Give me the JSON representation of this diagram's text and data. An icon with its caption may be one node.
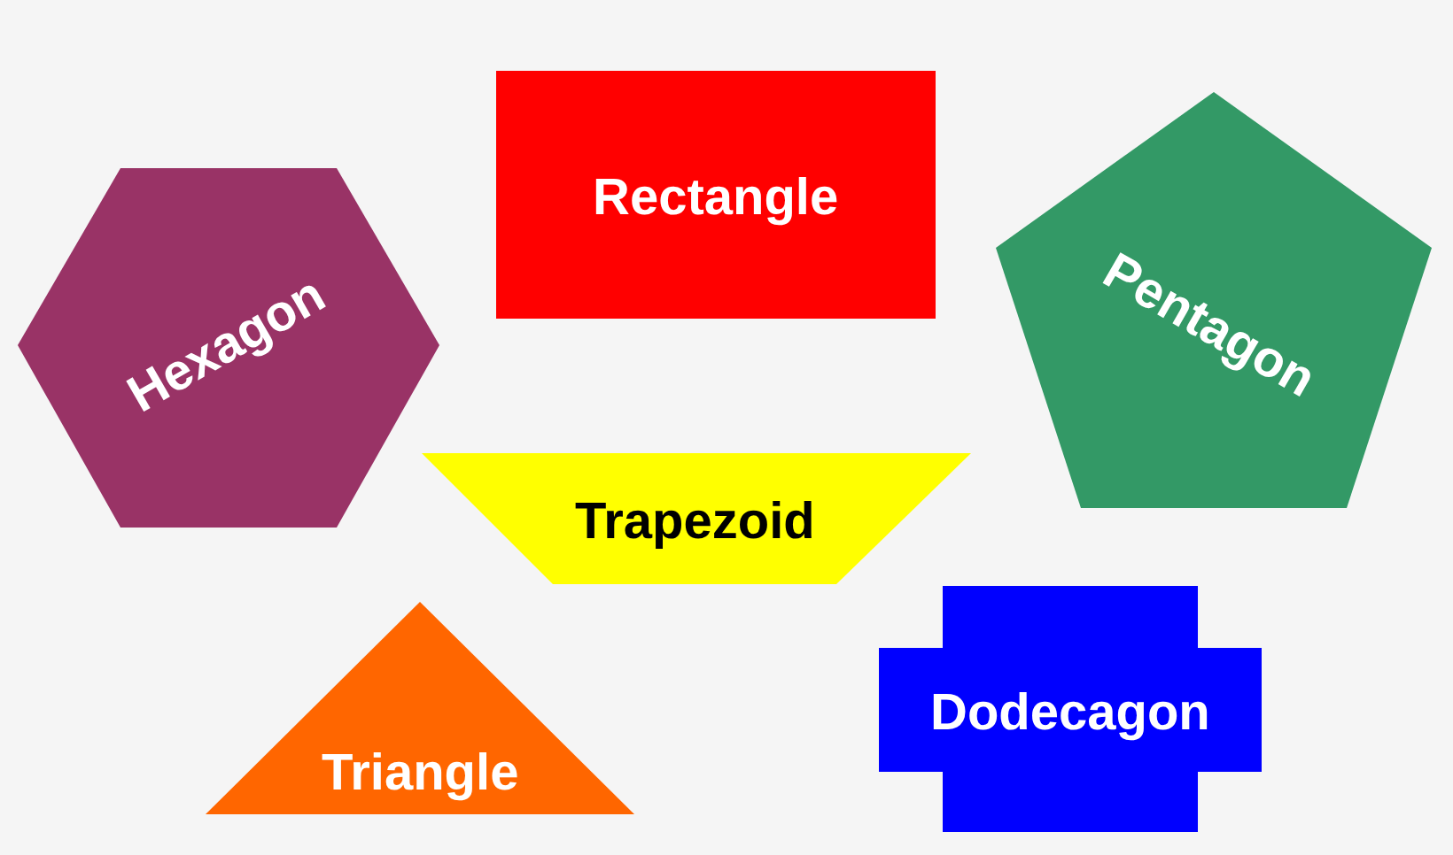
{
  "diagram": {
    "nodes": [
      {
        "text": [
          "Hexagon"
        ]
      },
      {
        "text": [
          "Rectangle"
        ]
      },
      {
        "text": [
          "Pentagon"
        ]
      },
      {
        "text": [
          "Trapezoid"
        ]
      },
      {
        "text": [
          "Triangle"
        ]
      },
      {
        "text": [
          "Dodecagon"
        ]
      }
    ],
    "edges": []
  }
}
